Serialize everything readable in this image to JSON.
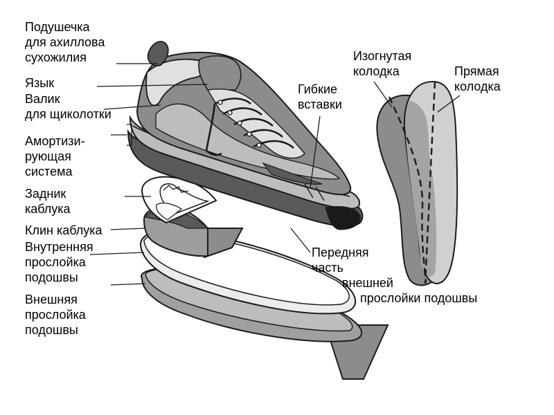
{
  "colors": {
    "ink": "#1a1a1a",
    "dark_gray": "#5a5a5a",
    "mid_gray": "#8c8c8c",
    "light_gray": "#bdbdbd",
    "pale_gray": "#e0e0e0",
    "white": "#ffffff"
  },
  "labels": {
    "achilles_pad": "Подушечка\nдля ахиллова\nсухожилия",
    "tongue": "Язык",
    "ankle_collar": "Валик\nдля щиколотки",
    "cushioning": "Амортизи-\nрующая\nсистема",
    "heel_counter": "Задник\nкаблука",
    "heel_wedge": "Клин каблука",
    "midsole": "Внутренняя\nпрослойка\nподошвы",
    "outsole": "Внешняя\nпрослойка\nподошвы",
    "flex_grooves": "Гибкие\nвставки",
    "forefoot_outsole": "Передняя\nчасть\nвнешней\nпрослойки подошвы",
    "curved_last": "Изогнутая\nколодка",
    "straight_last": "Прямая\nколодка"
  },
  "icons": {
    "shoe": "running-shoe-icon",
    "heel_counter": "heel-counter-icon",
    "heel_wedge": "heel-wedge-icon",
    "midsole": "midsole-icon",
    "outsole": "outsole-icon",
    "lasts": "shoe-last-outlines-icon"
  }
}
